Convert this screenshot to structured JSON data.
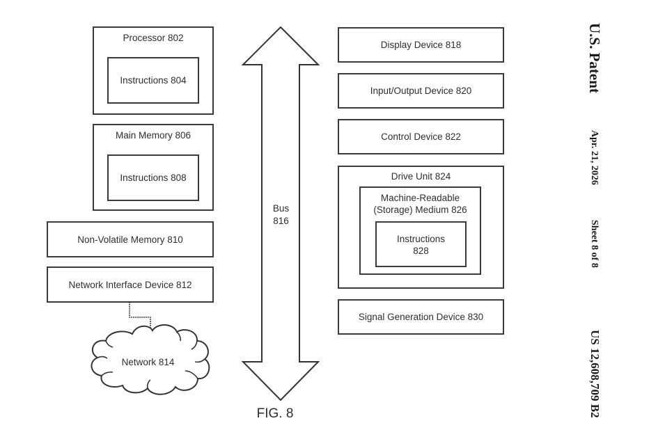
{
  "figure": {
    "caption": "FIG. 8",
    "bus": {
      "label_line1": "Bus",
      "label_line2": "816"
    },
    "left_column": {
      "processor": {
        "label": "Processor 802",
        "inner": "Instructions 804"
      },
      "main_memory": {
        "label": "Main Memory 806",
        "inner": "Instructions 808"
      },
      "non_volatile_memory": {
        "label": "Non-Volatile Memory 810"
      },
      "network_interface_device": {
        "label": "Network Interface Device 812"
      },
      "network": {
        "label": "Network 814"
      }
    },
    "right_column": {
      "display_device": {
        "label": "Display Device 818"
      },
      "io_device": {
        "label": "Input/Output Device 820"
      },
      "control_device": {
        "label": "Control Device 822"
      },
      "drive_unit": {
        "label": "Drive Unit 824",
        "medium_line1": "Machine-Readable",
        "medium_line2": "(Storage) Medium 826",
        "instructions_line1": "Instructions",
        "instructions_line2": "828"
      },
      "signal_generation_device": {
        "label": "Signal Generation Device 830"
      }
    }
  },
  "patent_header": {
    "title": "U.S. Patent",
    "date": "Apr. 21, 2026",
    "sheet": "Sheet 8 of 8",
    "number": "US 12,608,709 B2"
  }
}
